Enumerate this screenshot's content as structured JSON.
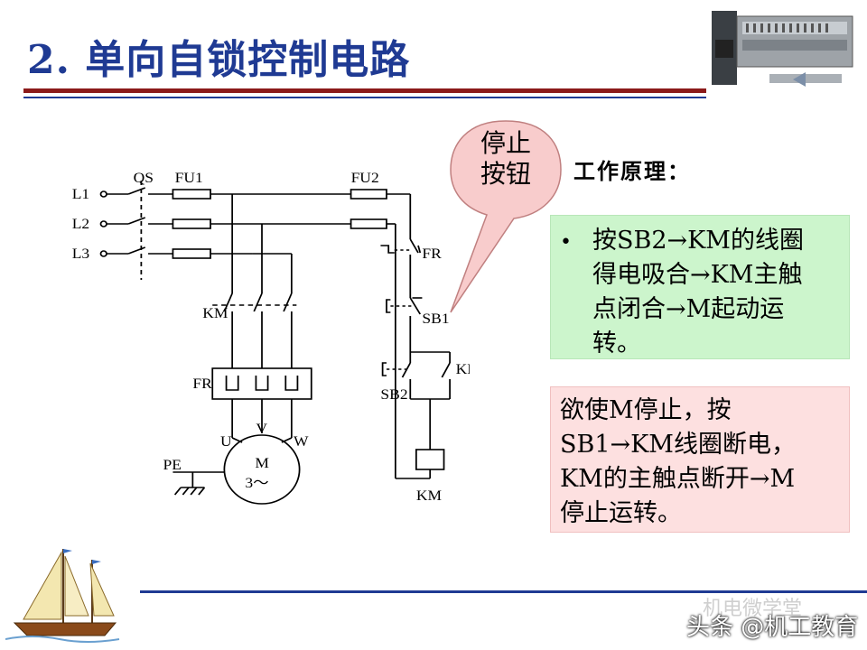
{
  "title": "2. 单向自锁控制电路",
  "principle_heading": "工作原理：",
  "callout": {
    "line1": "停止",
    "line2": "按钮"
  },
  "green_box": {
    "bullet": "•",
    "line1": "按SB2→KM的线圈",
    "line2": "得电吸合→KM主触",
    "line3": "点闭合→M起动运",
    "line4": "转。"
  },
  "pink_box": {
    "line1": "欲使M停止，按",
    "line2": "SB1→KM线圈断电，",
    "line3": "KM的主触点断开→M",
    "line4": "停止运转。"
  },
  "diagram_labels": {
    "l1": "L1",
    "l2": "L2",
    "l3": "L3",
    "qs": "QS",
    "fu1": "FU1",
    "fu2": "FU2",
    "fr_top": "FR",
    "sb1": "SB1",
    "km_main": "KM",
    "km_aux": "KM",
    "sb2": "SB2",
    "fr_heater": "FR",
    "u": "U",
    "v": "V",
    "w": "W",
    "pe": "PE",
    "motor_m": "M",
    "motor_phase": "3～",
    "km_coil": "KM"
  },
  "watermark": {
    "top": "机电微学堂",
    "bottom": "头条 @机工教育"
  },
  "colors": {
    "title": "#1f3a93",
    "title_rule": "#8b1a1a",
    "green_box": "#ccf5cc",
    "pink_box": "#fde0e0",
    "callout": "#f8cccc"
  }
}
